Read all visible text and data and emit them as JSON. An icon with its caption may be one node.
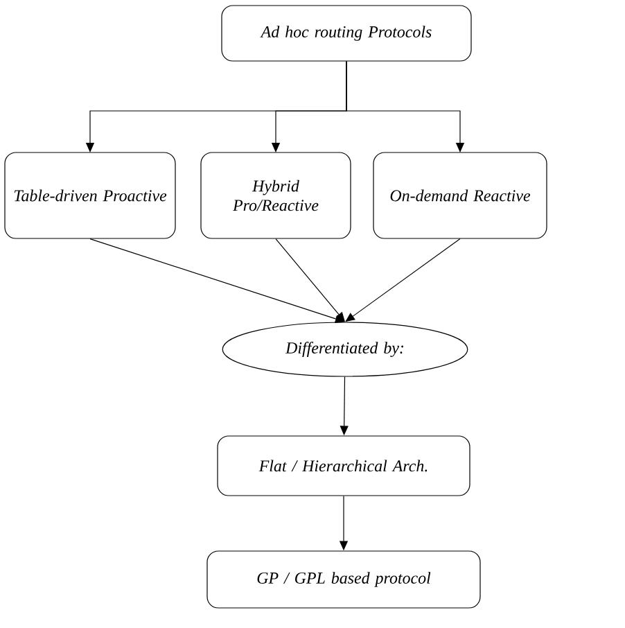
{
  "diagram": {
    "nodes": [
      {
        "text": [
          "Ad hoc routing Protocols"
        ]
      },
      {
        "text": [
          "Table-driven Proactive"
        ]
      },
      {
        "text": [
          "Hybrid Pro/Reactive"
        ]
      },
      {
        "text": [
          "On-demand Reactive"
        ]
      },
      {
        "text": [
          "Differentiated by:"
        ]
      },
      {
        "text": [
          "Flat / Hierarchical Arch."
        ]
      },
      {
        "text": [
          "GP / GPL based protocol"
        ]
      }
    ],
    "edges": [
      {
        "from": 0,
        "to": 1,
        "arrow": "to"
      },
      {
        "from": 0,
        "to": 2,
        "arrow": "to"
      },
      {
        "from": 0,
        "to": 3,
        "arrow": "to"
      },
      {
        "from": 1,
        "to": 4,
        "arrow": "to"
      },
      {
        "from": 2,
        "to": 4,
        "arrow": "to"
      },
      {
        "from": 3,
        "to": 4,
        "arrow": "to"
      },
      {
        "from": 4,
        "to": 5,
        "arrow": "to"
      },
      {
        "from": 5,
        "to": 6,
        "arrow": "to"
      }
    ]
  }
}
